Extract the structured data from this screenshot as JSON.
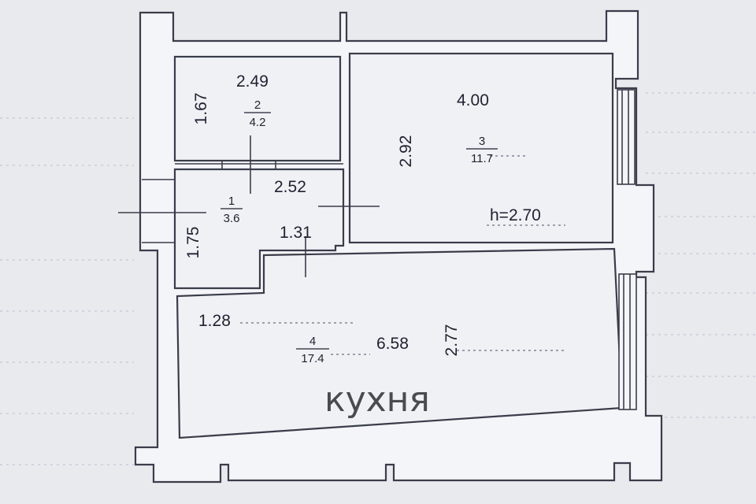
{
  "rooms": {
    "bathroom": {
      "number": "2",
      "area": "4.2",
      "width": "2.49",
      "length": "1.67"
    },
    "hall": {
      "number": "1",
      "area": "3.6",
      "width": "2.52",
      "length": "1.75",
      "extra": "1.31"
    },
    "living": {
      "number": "3",
      "area": "11.7",
      "width": "4.00",
      "length": "2.92",
      "height": "h=2.70"
    },
    "kitchen": {
      "number": "4",
      "area": "17.4",
      "width": "6.58",
      "length": "2.77",
      "extra": "1.28",
      "label": "кухня"
    }
  }
}
